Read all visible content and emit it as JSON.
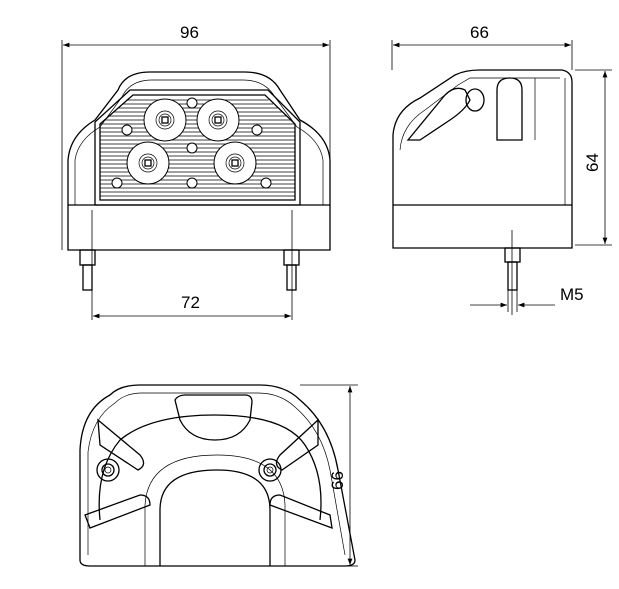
{
  "dimensions": {
    "front_width": "96",
    "stud_spacing": "72",
    "side_depth": "66",
    "side_height": "64",
    "thread": "M5",
    "bottom_depth": "66"
  },
  "colors": {
    "line": "#000000",
    "background": "#ffffff"
  }
}
